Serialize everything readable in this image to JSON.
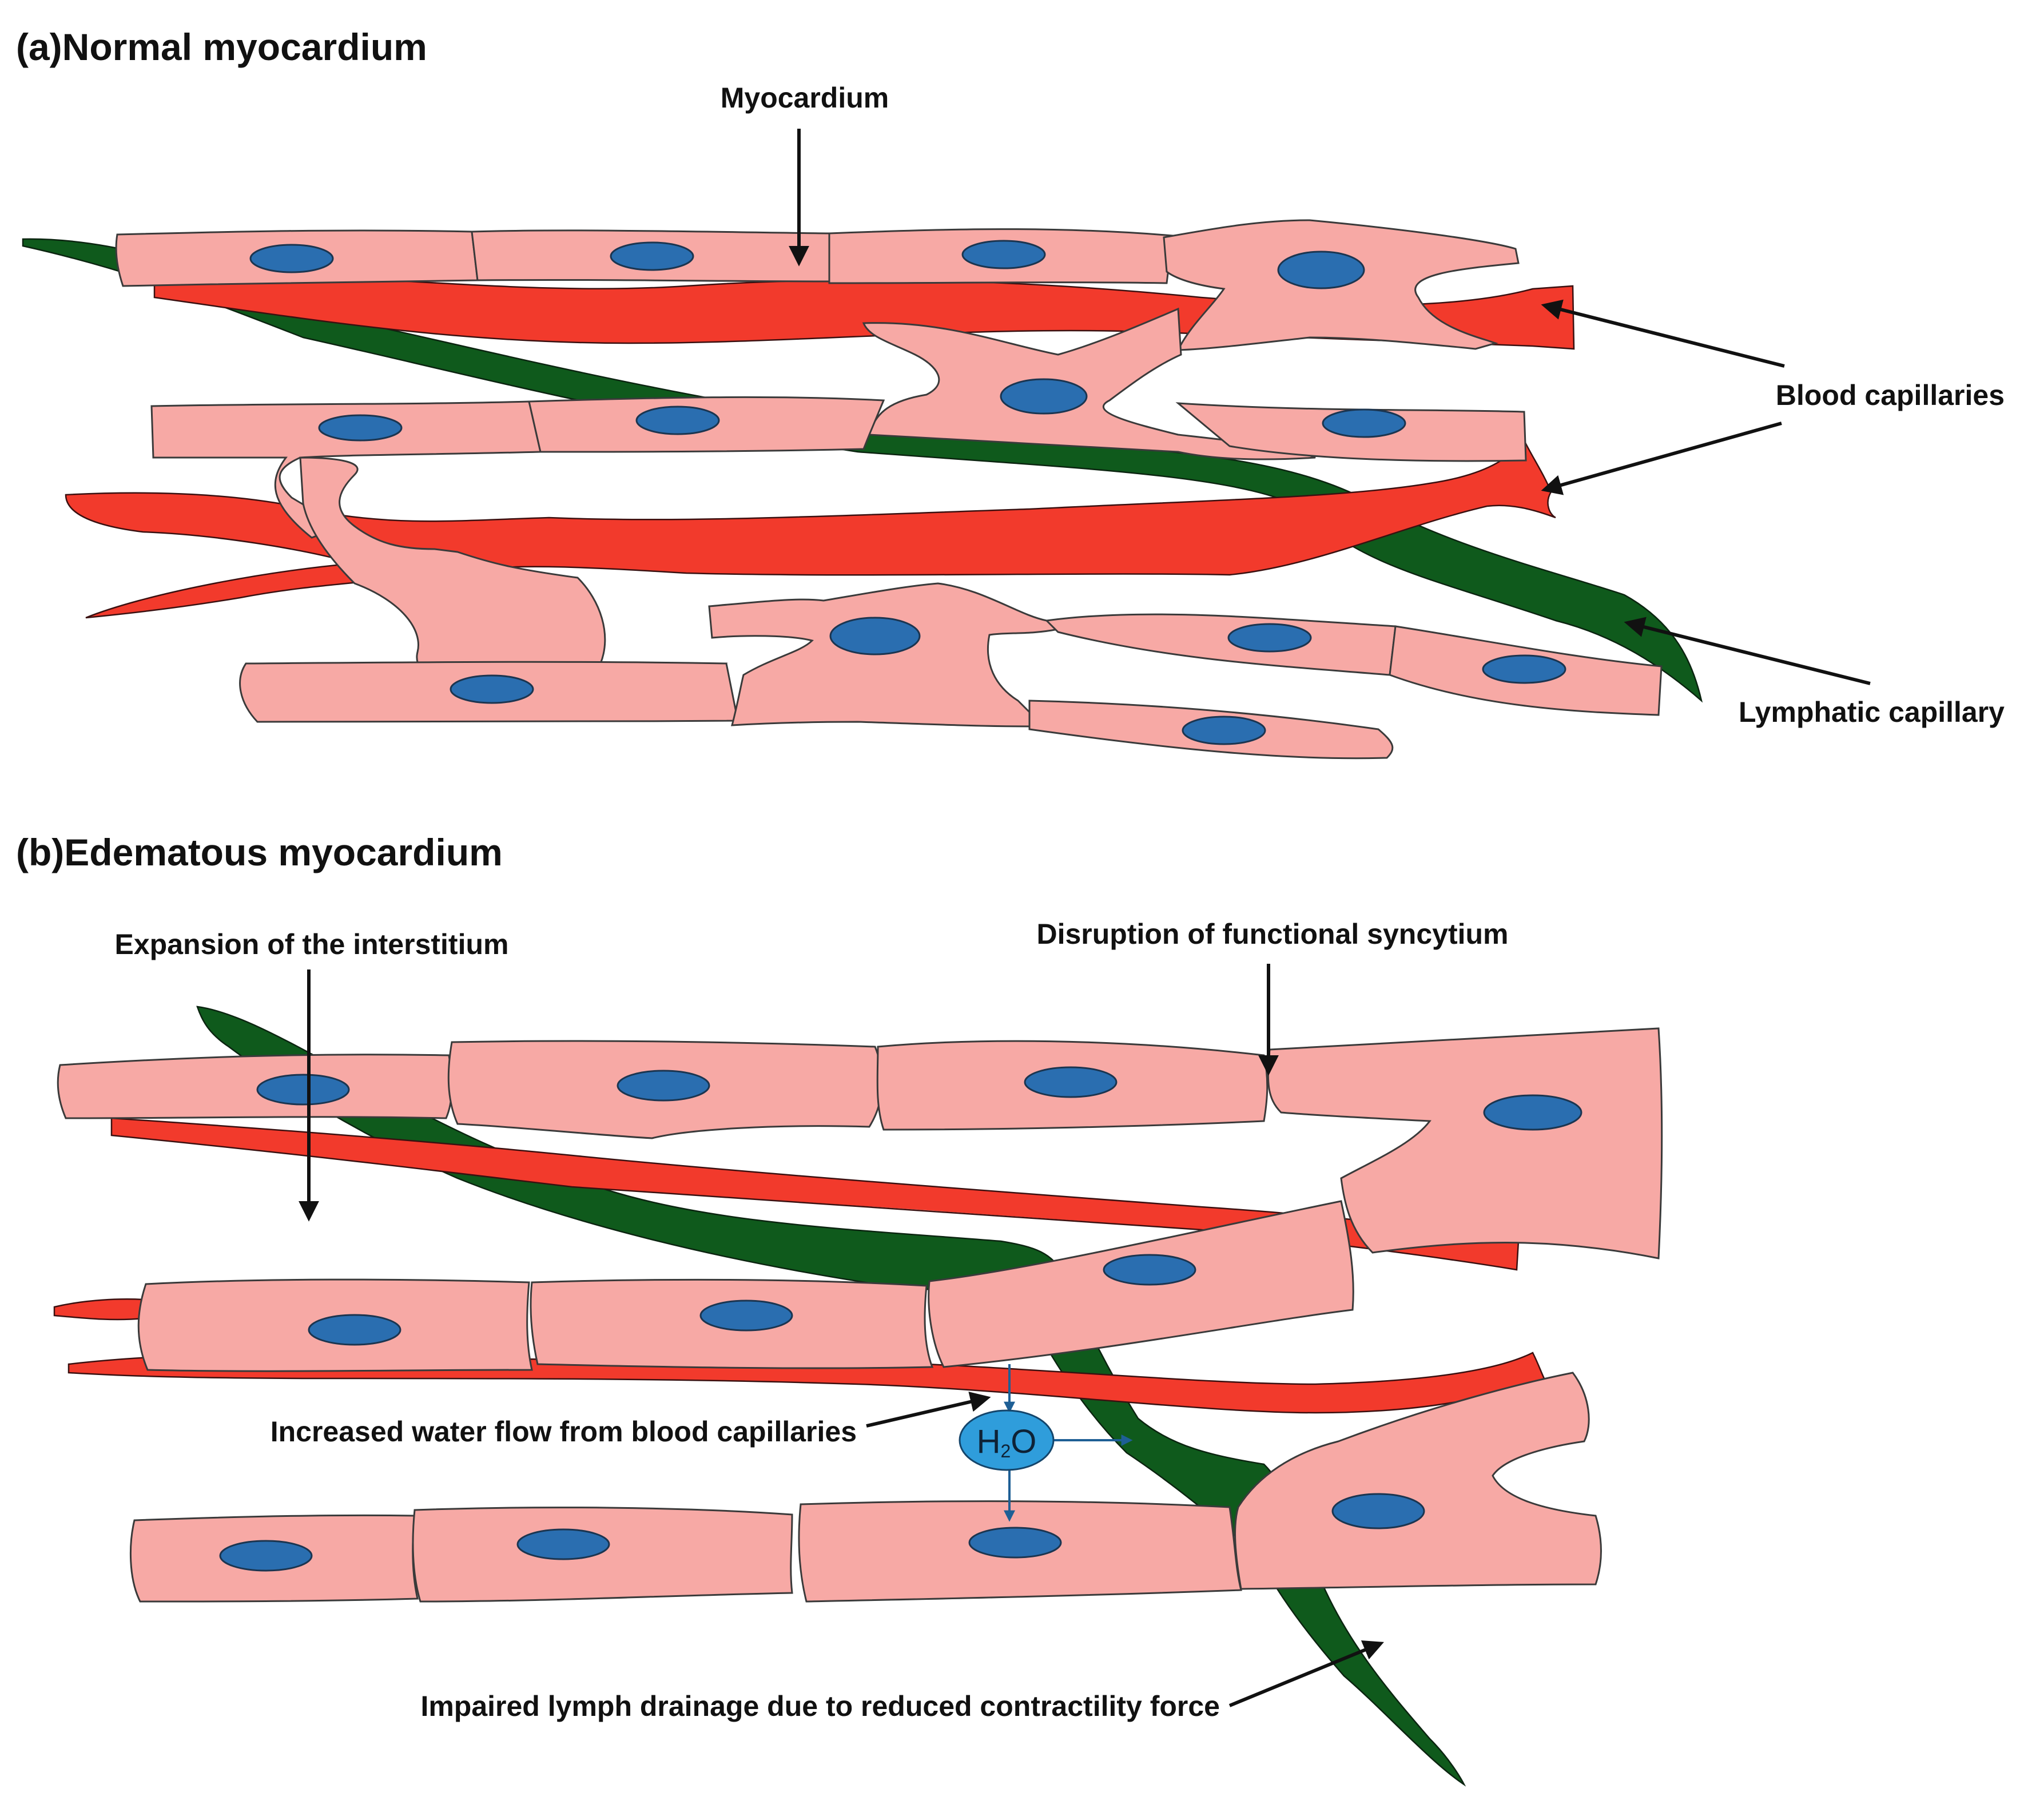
{
  "panel_a": {
    "title": "(a)Normal myocardium",
    "labels": {
      "myocardium": "Myocardium",
      "blood_capillaries": "Blood capillaries",
      "lymphatic_capillary": "Lymphatic capillary"
    }
  },
  "panel_b": {
    "title": "(b)Edematous myocardium",
    "labels": {
      "expansion": "Expansion of the interstitium",
      "disruption": "Disruption of functional syncytium",
      "water_flow": "Increased water flow from blood capillaries",
      "impaired_drainage": "Impaired lymph drainage due to reduced contractility force",
      "water_symbol": "H",
      "water_subscript": "2",
      "water_tail": "O"
    }
  },
  "colors": {
    "myocyte": "#f7a9a5",
    "nucleus": "#2a6eb0",
    "blood_capillary": "#f23a2c",
    "lymphatic_capillary": "#0f5a1c",
    "water_bubble": "#2f9ddb"
  }
}
